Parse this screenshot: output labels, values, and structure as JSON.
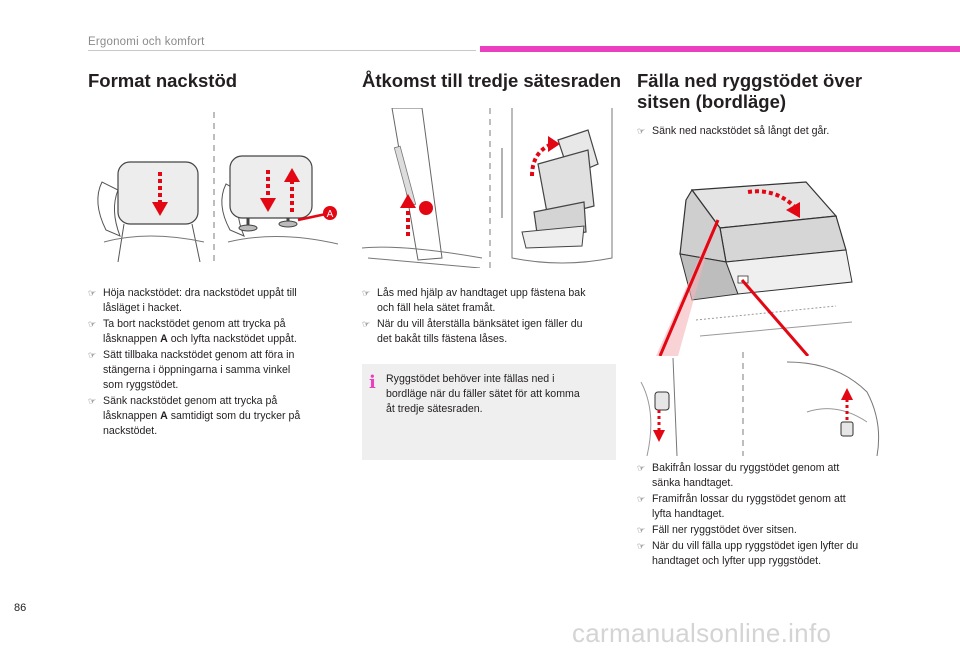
{
  "header": {
    "section": "Ergonomi och komfort"
  },
  "columns": [
    {
      "title": "Format nackstöd",
      "callout_letter": "A",
      "steps": [
        [
          "Höja nackstödet: dra nackstödet uppåt till",
          "låsläget i hacket."
        ],
        [
          "Ta bort nackstödet genom att trycka på",
          "låsknappen ",
          "A",
          " och lyfta nackstödet uppåt."
        ],
        [
          "Sätt tillbaka nackstödet genom att föra in",
          "stängerna i öppningarna i samma vinkel",
          "som ryggstödet."
        ],
        [
          "Sänk nackstödet genom att trycka på",
          "låsknappen ",
          "A",
          " samtidigt som du trycker på",
          "nackstödet."
        ]
      ]
    },
    {
      "title": "Åtkomst till tredje sätesraden",
      "steps": [
        [
          "Lås med hjälp av handtaget upp fästena bak",
          "och fäll hela sätet framåt."
        ],
        [
          "När du vill återställa bänksätet igen fäller du",
          "det bakåt tills fästena låses."
        ]
      ],
      "note": [
        "Ryggstödet behöver inte fällas ned i",
        "bordläge när du fäller sätet för att komma",
        "åt tredje sätesraden."
      ]
    },
    {
      "title_lines": [
        "Fälla ned ryggstödet över",
        "sitsen (bordläge)"
      ],
      "intro": "Sänk ned nackstödet så långt det går.",
      "steps": [
        [
          "Bakifrån lossar du ryggstödet genom att",
          "sänka handtaget."
        ],
        [
          "Framifrån lossar du ryggstödet genom att",
          "lyfta handtaget."
        ],
        [
          "Fäll ner ryggstödet över sitsen."
        ],
        [
          "När du vill fälla upp ryggstödet igen lyfter du",
          "handtaget och lyfter upp ryggstödet."
        ]
      ]
    }
  ],
  "footer": {
    "page_number": "86",
    "watermark": "carmanualsonline.info"
  },
  "icons": {
    "bullet": "pointing-finger-icon",
    "info": "info-icon",
    "arrow": "dotted-red-arrow-icon"
  },
  "colors": {
    "accent_pink": "#ea3fbe",
    "arrow_red": "#e30613",
    "note_bg": "#efefef"
  }
}
